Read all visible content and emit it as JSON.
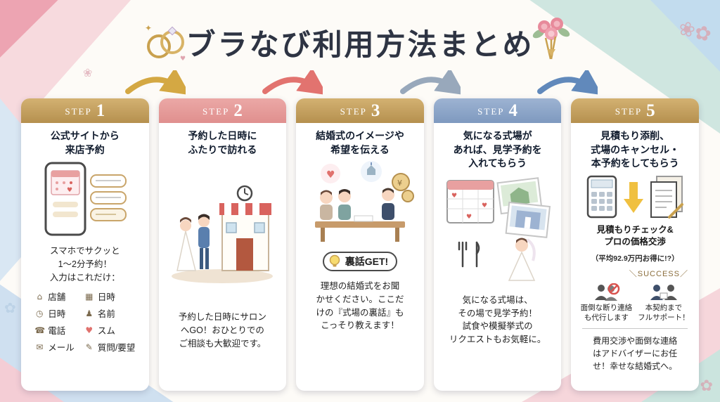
{
  "title": "ブラなび利用方法まとめ",
  "colors": {
    "theme_gold": "#b5904e",
    "theme_pink": "#e08f8e",
    "theme_blue": "#7e99bf",
    "arrow_gold": "#d4a843",
    "arrow_red": "#e2736f",
    "arrow_gray_blue": "#98a8bb",
    "arrow_blue": "#6189bb",
    "heading_text": "#101b2d"
  },
  "steps": [
    {
      "step_label": "STEP",
      "step_number": "1",
      "heading": "公式サイトから\n来店予約",
      "body": "スマホでサクッと\n1〜2分予約！\n入力はこれだけ：",
      "form_items": [
        {
          "icon": "shop-icon",
          "glyph": "⌂",
          "label": "店舗"
        },
        {
          "icon": "calendar-icon",
          "glyph": "▦",
          "label": "日時"
        },
        {
          "icon": "clock-icon",
          "glyph": "◷",
          "label": "日時"
        },
        {
          "icon": "person-icon",
          "glyph": "♟",
          "label": "名前"
        },
        {
          "icon": "phone-icon",
          "glyph": "☎",
          "label": "電話"
        },
        {
          "icon": "heart-icon",
          "glyph": "♥",
          "label": "スム"
        },
        {
          "icon": "mail-icon",
          "glyph": "✉",
          "label": "メール"
        },
        {
          "icon": "chat-icon",
          "glyph": "✎",
          "label": "質問/要望"
        }
      ]
    },
    {
      "step_label": "STEP",
      "step_number": "2",
      "heading": "予約した日時に\nふたりで訪れる",
      "body": "予約した日時にサロン\nへGO！おひとりでの\nご相談も大歓迎です。"
    },
    {
      "step_label": "STEP",
      "step_number": "3",
      "heading": "結婚式のイメージや\n希望を伝える",
      "badge": "裏話GET!",
      "body": "理想の結婚式をお聞\nかせください。ここだ\nけの『式場の裏話』も\nこっそり教えます！"
    },
    {
      "step_label": "STEP",
      "step_number": "4",
      "heading": "気になる式場が\nあれば、見学予約を\n入れてもらう",
      "body": "気になる式場は、\nその場で見学予約！\n試食や模擬挙式の\nリクエストもお気軽に。"
    },
    {
      "step_label": "STEP",
      "step_number": "5",
      "heading": "見積もり添削、\n式場のキャンセル・\n本予約をしてもらう",
      "check_text": "見積もりチェック&\nプロの価格交渉",
      "savings_note": "（平均92.9万円お得に!?）",
      "success_text": "＼SUCCESS／",
      "support_items": [
        {
          "icon": "decline-contact-icon",
          "label": "面倒な断り連絡\nも代行します"
        },
        {
          "icon": "contract-support-icon",
          "label": "本契約まで\nフルサポート！"
        }
      ],
      "body": "費用交渉や面倒な連絡\nはアドバイザーにお任\nせ！幸せな結婚式へ。"
    }
  ]
}
